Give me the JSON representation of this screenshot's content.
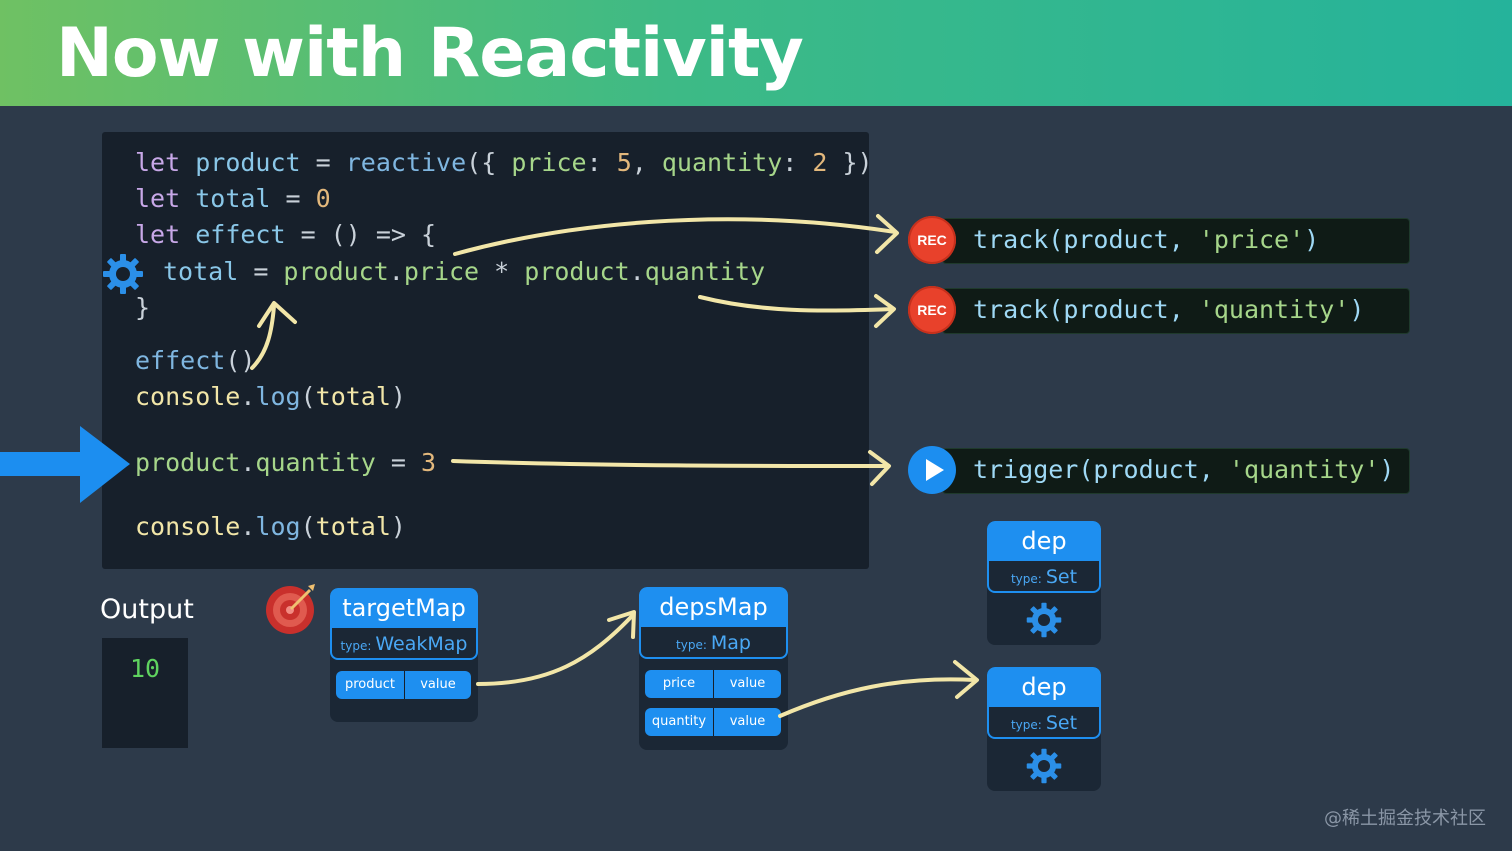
{
  "title": "Now with Reactivity",
  "code": {
    "line1": {
      "kw": "let",
      "var": "product",
      "eq": " = ",
      "fn": "reactive",
      "open": "({ ",
      "p1": "price",
      "c1": ": ",
      "n1": "5",
      "sep": ", ",
      "p2": "quantity",
      "c2": ": ",
      "n2": "2",
      "close": " })"
    },
    "line2": {
      "kw": "let",
      "var": "total",
      "eq": " = ",
      "num": "0"
    },
    "line3": {
      "kw": "let",
      "var": "effect",
      "rest": " = () => {"
    },
    "line4": {
      "var": "total",
      "eq": " = ",
      "obj1": "product",
      "dot1": ".",
      "prop1": "price",
      "op": " * ",
      "obj2": "product",
      "dot2": ".",
      "prop2": "quantity"
    },
    "line5": "}",
    "line6": {
      "fn": "effect",
      "rest": "()"
    },
    "line7": {
      "obj": "console",
      "dot": ".",
      "fn": "log",
      "open": "(",
      "arg": "total",
      "close": ")"
    },
    "line8": {
      "obj": "product",
      "dot": ".",
      "prop": "quantity",
      "eq": " = ",
      "num": "3"
    },
    "line9": {
      "obj": "console",
      "dot": ".",
      "fn": "log",
      "open": "(",
      "arg": "total",
      "close": ")"
    }
  },
  "calls": [
    {
      "badge": "REC",
      "fn": "track",
      "open": "(",
      "obj": "product",
      "sep": ", ",
      "key": "'price'",
      "close": ")"
    },
    {
      "badge": "REC",
      "fn": "track",
      "open": "(",
      "obj": "product",
      "sep": ", ",
      "key": "'quantity'",
      "close": ")"
    },
    {
      "fn": "trigger",
      "open": "(",
      "obj": "product",
      "sep": ", ",
      "key": "'quantity'",
      "close": ")"
    }
  ],
  "output": {
    "label": "Output",
    "value": "10"
  },
  "targetMap": {
    "name": "targetMap",
    "type_label": "type:",
    "type": "WeakMap",
    "key": "product",
    "value": "value"
  },
  "depsMap": {
    "name": "depsMap",
    "type_label": "type:",
    "type": "Map",
    "rows": [
      {
        "key": "price",
        "value": "value"
      },
      {
        "key": "quantity",
        "value": "value"
      }
    ]
  },
  "deps": [
    {
      "name": "dep",
      "type_label": "type:",
      "type": "Set"
    },
    {
      "name": "dep",
      "type_label": "type:",
      "type": "Set"
    }
  ],
  "watermark": "@稀土掘金技术社区",
  "colors": {
    "accent": "#1e8ff0",
    "rec": "#e8412b",
    "arrow": "#f2e6a8",
    "code_bg": "#17202b",
    "slide_bg": "#2d3a4a"
  },
  "icons": [
    "gear-icon",
    "target-icon",
    "play-icon",
    "rec-badge",
    "arrow-right-icon"
  ]
}
